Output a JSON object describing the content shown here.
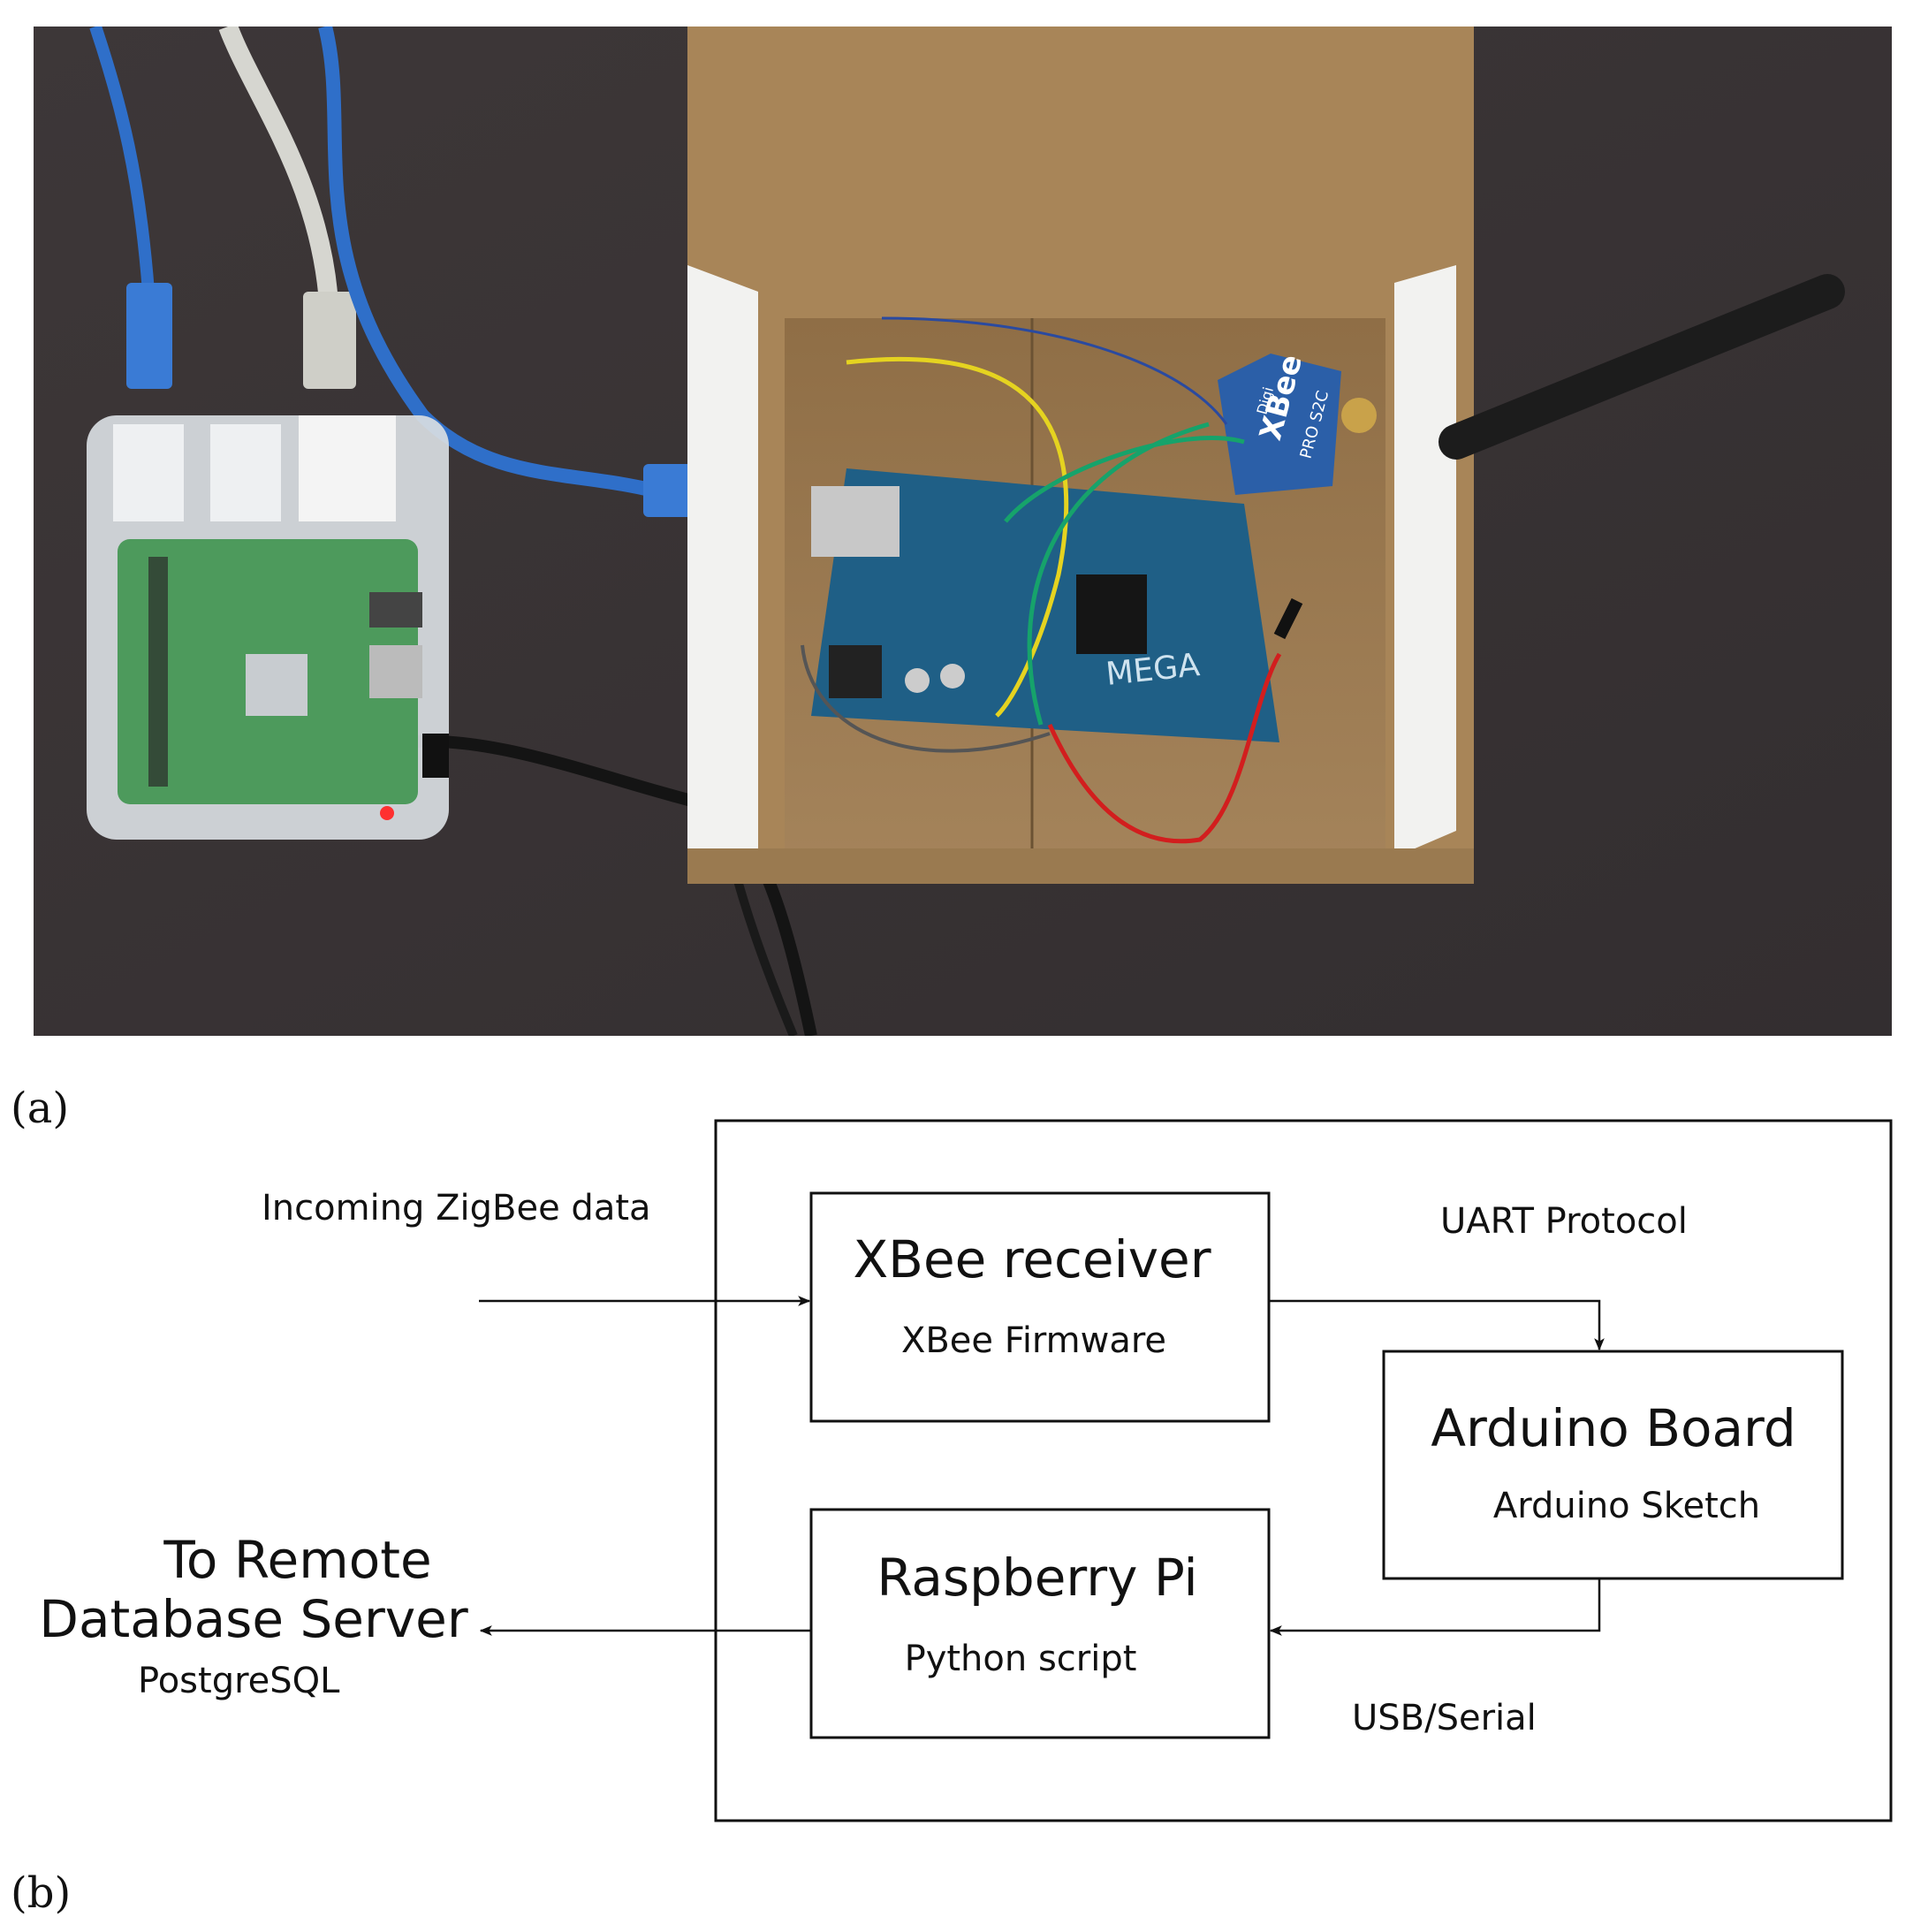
{
  "panels": {
    "a_label": "(a)",
    "b_label": "(b)"
  },
  "photo": {
    "board_label": "MEGA",
    "module_brand": "XBee",
    "module_sub": "PRO S2C",
    "vendor_label": "Digi"
  },
  "diagram": {
    "incoming_label": "Incoming ZigBee data",
    "uart_label": "UART Protocol",
    "usb_label": "USB/Serial",
    "xbee_box": {
      "title": "XBee receiver",
      "subtitle": "XBee Firmware"
    },
    "arduino_box": {
      "title": "Arduino Board",
      "subtitle": "Arduino Sketch"
    },
    "pi_box": {
      "title": "Raspberry Pi",
      "subtitle": "Python script"
    },
    "remote": {
      "line1": "To Remote",
      "line2": "Database Server",
      "sub": "PostgreSQL"
    }
  },
  "colors": {
    "desk": "#3b3536",
    "cardboard": "#a88558",
    "box_inner_wall": "#f2f2f0",
    "arduino_pcb": "#1f5f86",
    "xbee_pcb": "#2b5fa8",
    "usb_cable": "#2f6fc9",
    "eth_cable": "#d9d9d4",
    "pi_pcb": "#4d9a5c",
    "line": "#111111"
  }
}
